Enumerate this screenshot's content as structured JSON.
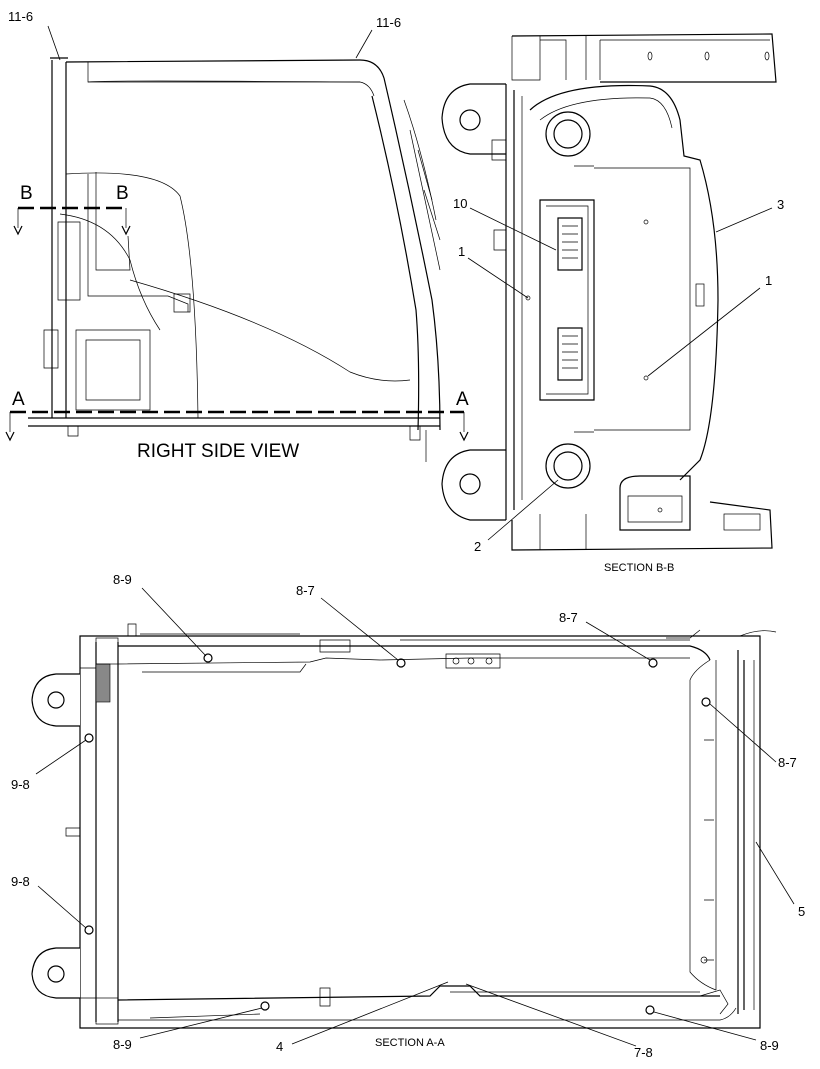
{
  "views": {
    "right_side": {
      "title": "RIGHT SIDE VIEW",
      "callouts": [
        "11-6",
        "11-6"
      ],
      "cut_markers": {
        "b_left": "B",
        "b_right": "B",
        "a_left": "A",
        "a_right": "A"
      }
    },
    "section_bb": {
      "title": "SECTION B-B",
      "callouts": [
        "10",
        "1",
        "3",
        "1",
        "2"
      ]
    },
    "section_aa": {
      "title": "SECTION A-A",
      "callouts": [
        "8-9",
        "8-7",
        "8-7",
        "8-7",
        "9-8",
        "9-8",
        "5",
        "8-9",
        "4",
        "7-8",
        "8-9"
      ]
    }
  }
}
